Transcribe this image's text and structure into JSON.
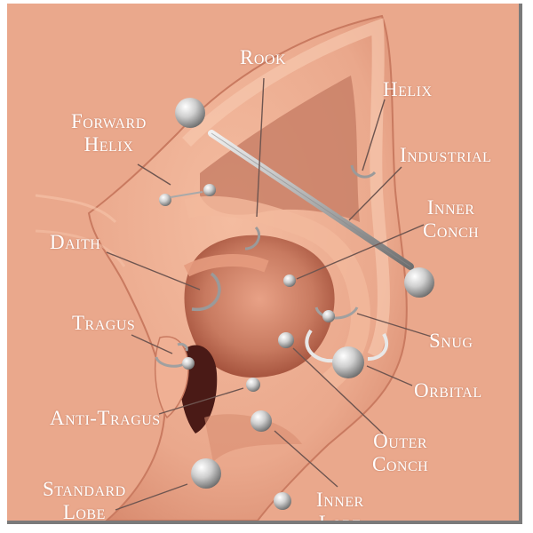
{
  "colors": {
    "background": "#eaa88c",
    "skin_light": "#f5c1a6",
    "skin_shadow": "#b86049",
    "canal_dark": "#4a1a16",
    "label_text": "#ffffff",
    "leader_line": "#6e5550",
    "metal": "#c8c8c8"
  },
  "labels": {
    "rook": "Rook",
    "helix": "Helix",
    "forward_helix": [
      "Forward",
      "Helix"
    ],
    "industrial": "Industrial",
    "inner_conch": [
      "Inner",
      "Conch"
    ],
    "daith": "Daith",
    "tragus": "Tragus",
    "snug": "Snug",
    "orbital": "Orbital",
    "anti_tragus": "Anti-Tragus",
    "outer_conch": [
      "Outer",
      "Conch"
    ],
    "standard_lobe": [
      "Standard",
      "Lobe"
    ],
    "inner_lobe": [
      "Inner",
      "Lobe"
    ]
  }
}
